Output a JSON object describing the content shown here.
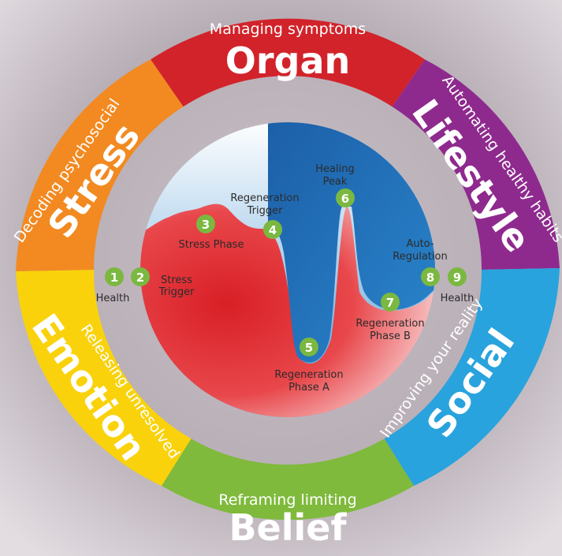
{
  "colors": {
    "organ": "#d2232a",
    "lifestyle": "#8e2a8e",
    "social": "#29a3dd",
    "belief": "#7fba3c",
    "emotion": "#f9d20c",
    "stress": "#f28a21",
    "badge": "#7ab840",
    "curve_red": "#e4262b",
    "curve_blue": "#1a6fba"
  },
  "segments": {
    "organ": {
      "title": "Organ",
      "subtitle": "Managing symptoms"
    },
    "lifestyle": {
      "title": "Lifestyle",
      "subtitle": "Automating healthy habits"
    },
    "social": {
      "title": "Social",
      "subtitle": "Improving your reality"
    },
    "belief": {
      "title": "Belief",
      "subtitle": "Reframing limiting"
    },
    "emotion": {
      "title": "Emotion",
      "subtitle": "Releasing unresolved"
    },
    "stress": {
      "title": "Stress",
      "subtitle": "Decoding psychosocial"
    }
  },
  "steps": {
    "s1": {
      "num": "1",
      "label": "Health"
    },
    "s2": {
      "num": "2",
      "line1": "Stress",
      "line2": "Trigger"
    },
    "s3": {
      "num": "3",
      "label": "Stress Phase"
    },
    "s4": {
      "num": "4",
      "line1": "Regeneration",
      "line2": "Trigger"
    },
    "s5": {
      "num": "5",
      "line1": "Regeneration",
      "line2": "Phase A"
    },
    "s6": {
      "num": "6",
      "line1": "Healing",
      "line2": "Peak"
    },
    "s7": {
      "num": "7",
      "line1": "Regeneration",
      "line2": "Phase B"
    },
    "s8": {
      "num": "8",
      "line1": "Auto-",
      "line2": "Regulation"
    },
    "s9": {
      "num": "9",
      "label": "Health"
    }
  }
}
